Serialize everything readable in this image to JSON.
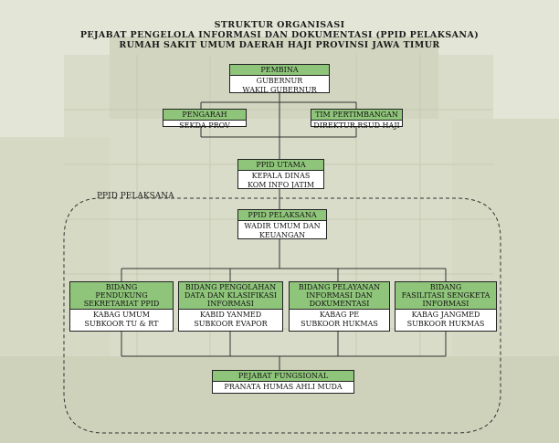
{
  "title": {
    "line1": "STRUKTUR ORGANISASI",
    "line2": "PEJABAT PENGELOLA INFORMASI DAN DOKUMENTASI (PPID PELAKSANA)",
    "line3": "RUMAH SAKIT UMUM DAERAH HAJI PROVINSI JAWA TIMUR"
  },
  "pembina": {
    "header": "PEMBINA",
    "lines": [
      "GUBERNUR",
      "WAKIL GUBERNUR"
    ]
  },
  "pengarah": {
    "header": "PENGARAH",
    "lines": [
      "SEKDA PROV"
    ]
  },
  "tim": {
    "header": "TIM PERTIMBANGAN",
    "lines": [
      "DIREKTUR RSUD HAJI"
    ]
  },
  "ppid_utama": {
    "header": "PPID UTAMA",
    "lines": [
      "KEPALA DINAS",
      "KOM INFO JATIM"
    ]
  },
  "region_label": "PPID PELAKSANA",
  "ppid_pelaksana": {
    "header": "PPID PELAKSANA",
    "lines": [
      "WADIR UMUM DAN",
      "KEUANGAN"
    ]
  },
  "bidang": [
    {
      "header": [
        "BIDANG",
        "PENDUKUNG",
        "SEKRETARIAT PPID"
      ],
      "lines": [
        "KABAG UMUM",
        "SUBKOOR TU & RT"
      ]
    },
    {
      "header": [
        "BIDANG PENGOLAHAN",
        "DATA DAN KLASIFIKASI",
        "INFORMASI"
      ],
      "lines": [
        "KABID YANMED",
        "SUBKOOR EVAPOR"
      ]
    },
    {
      "header": [
        "BIDANG PELAYANAN",
        "INFORMASI DAN",
        "DOKUMENTASI"
      ],
      "lines": [
        "KABAG PE",
        "SUBKOOR HUKMAS"
      ]
    },
    {
      "header": [
        "BIDANG",
        "FASILITASI SENGKETA",
        "INFORMASI"
      ],
      "lines": [
        "KABAG JANGMED",
        "SUBKOOR HUKMAS"
      ]
    }
  ],
  "fungsional": {
    "header": "PEJABAT FUNGSIONAL",
    "lines": [
      "PRANATA HUMAS AHLI MUDA"
    ]
  },
  "colors": {
    "header_green": "#8fc57a",
    "line": "#333333"
  }
}
